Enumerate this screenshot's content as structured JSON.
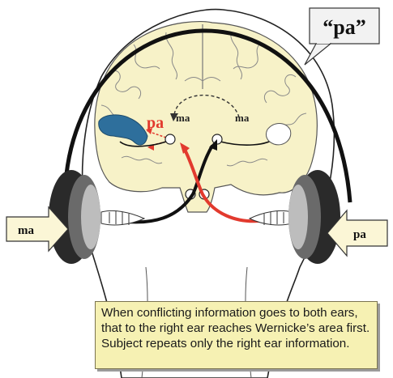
{
  "speech_bubble": {
    "text": "“pa”"
  },
  "brain_labels": {
    "pa_red": "pa",
    "ma_center": "ma",
    "ma_right": "ma"
  },
  "ear_labels": {
    "left": "ma",
    "right": "pa"
  },
  "caption": {
    "text": "When conflicting information goes to both ears, that to the right ear reaches Wernicke’s area first. Subject repeats only the right ear information."
  },
  "colors": {
    "brain_fill": "#f7f2c8",
    "wernicke": "#2e6f9c",
    "red_path": "#e23a2e",
    "black_path": "#111111",
    "caption_bg": "#f6f1b3"
  }
}
